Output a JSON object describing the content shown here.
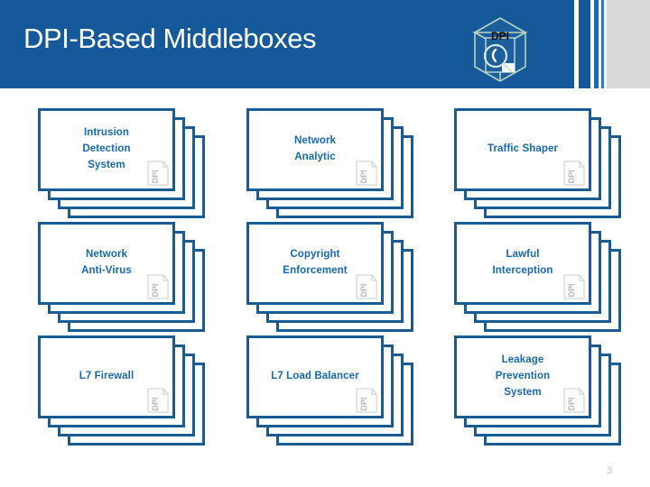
{
  "header": {
    "title": "DPI-Based Middleboxes",
    "logo_label": "DPI",
    "logo_icon": "dpi-box-magnifier-icon",
    "background_color": "#15599b",
    "title_color": "#ffffff",
    "accent_stripe_color": "#1a6bb5",
    "side_panel_color": "#d9dadb"
  },
  "slide": {
    "page_number": "3",
    "page_number_color": "#c3c6c9",
    "card_border_color": "#1a5c91",
    "card_text_color": "#1668b3",
    "card_icon": "dpi-document-icon"
  },
  "cards": [
    {
      "lines": [
        "Intrusion",
        "Detection",
        "System"
      ],
      "name": "intrusion-detection-system"
    },
    {
      "lines": [
        "Network",
        "Analytic"
      ],
      "name": "network-analytic"
    },
    {
      "lines": [
        "Traffic Shaper"
      ],
      "name": "traffic-shaper"
    },
    {
      "lines": [
        "Network",
        "Anti-Virus"
      ],
      "name": "network-anti-virus"
    },
    {
      "lines": [
        "Copyright",
        "Enforcement"
      ],
      "name": "copyright-enforcement"
    },
    {
      "lines": [
        "Lawful",
        "Interception"
      ],
      "name": "lawful-interception"
    },
    {
      "lines": [
        "L7 Firewall"
      ],
      "name": "l7-firewall"
    },
    {
      "lines": [
        "L7 Load Balancer"
      ],
      "name": "l7-load-balancer"
    },
    {
      "lines": [
        "Leakage",
        "Prevention",
        "System"
      ],
      "name": "leakage-prevention-system"
    }
  ]
}
